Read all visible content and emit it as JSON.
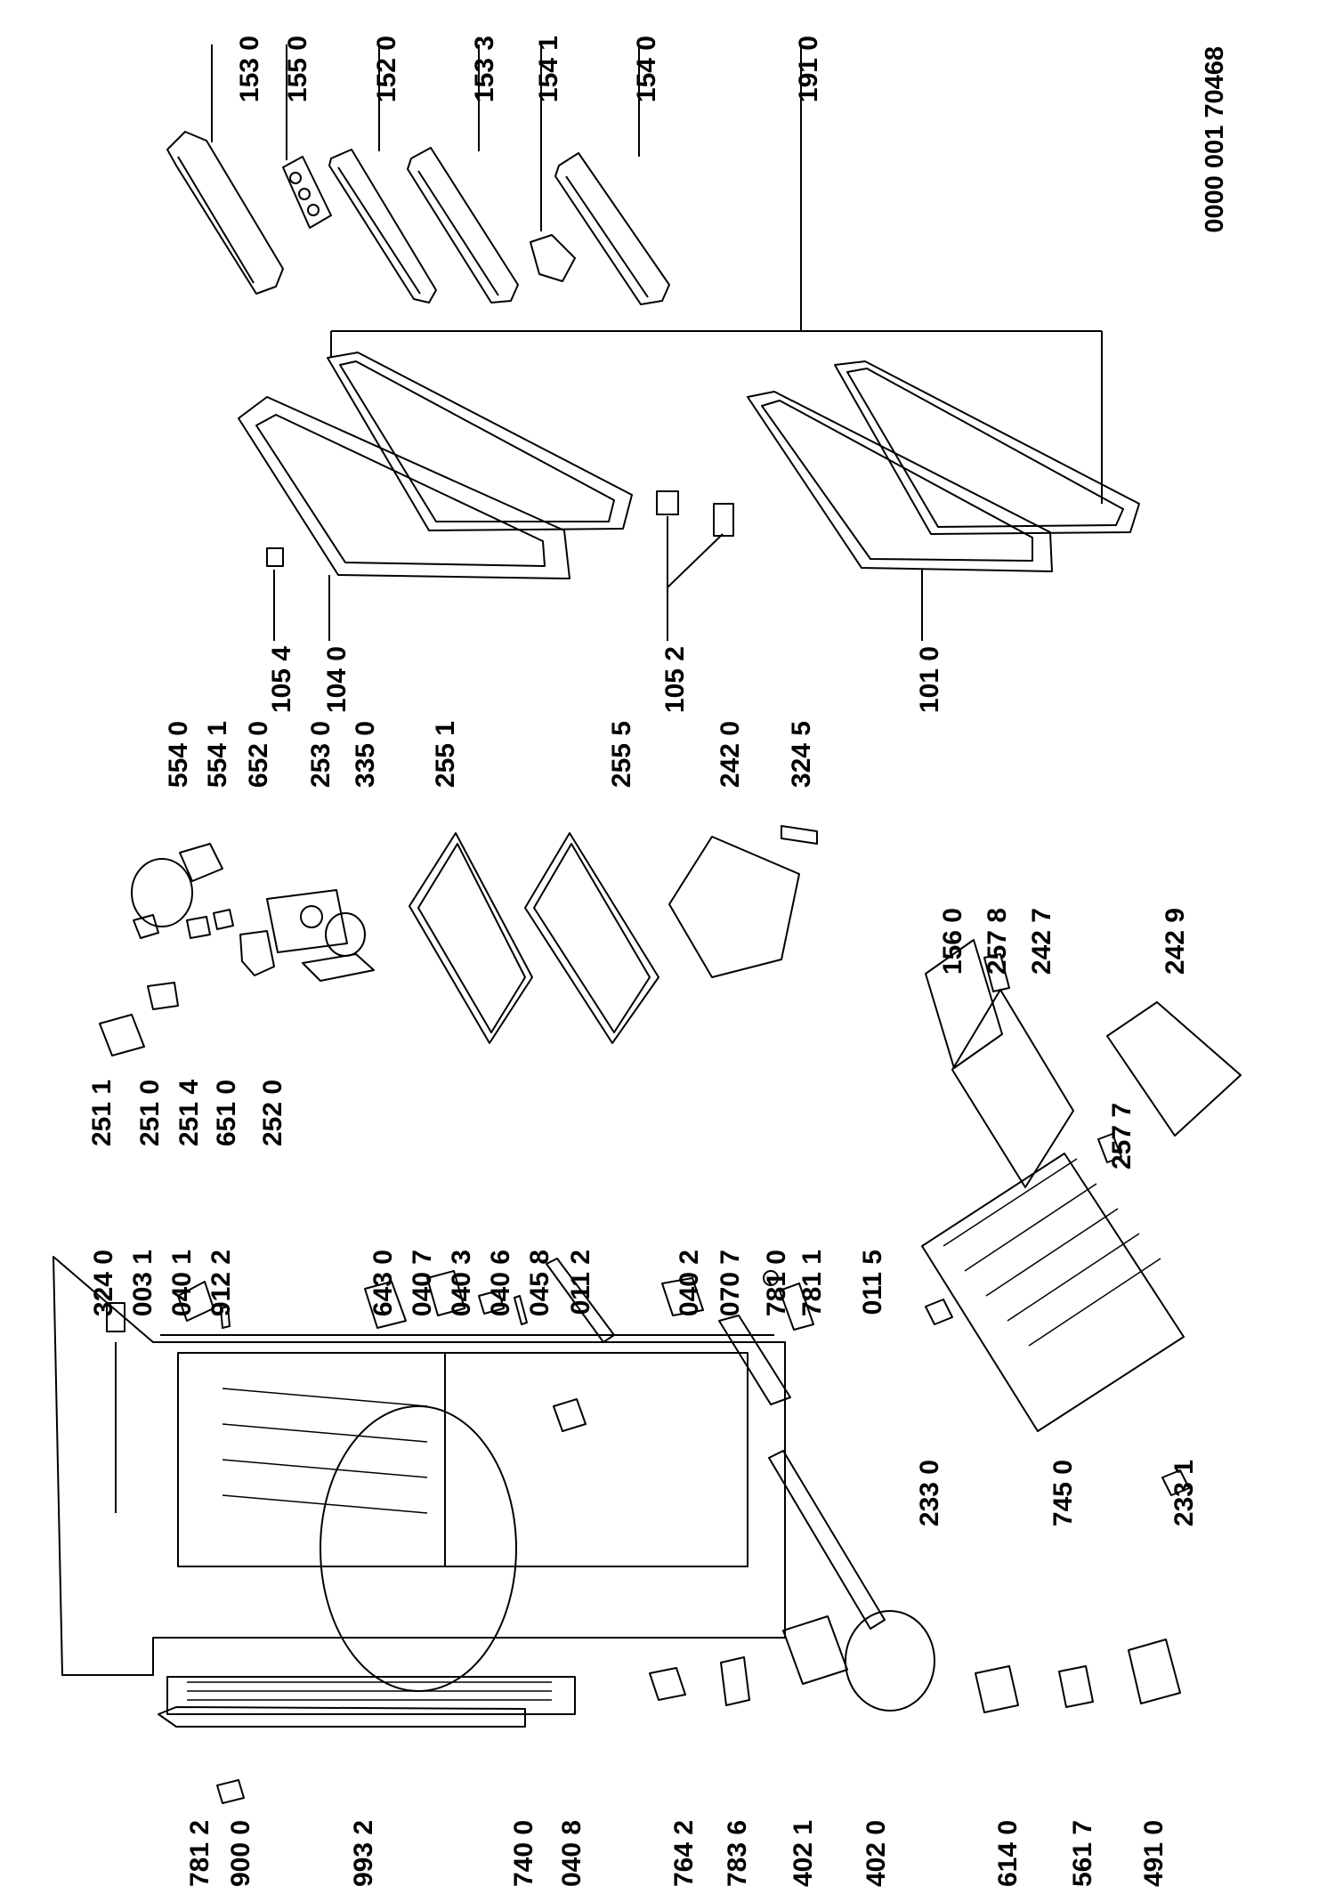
{
  "drawing_number": "0000 001 70468",
  "labels": [
    {
      "id": "l1530",
      "text": "153 0"
    },
    {
      "id": "l1550",
      "text": "155 0"
    },
    {
      "id": "l1520",
      "text": "152 0"
    },
    {
      "id": "l1533",
      "text": "153 3"
    },
    {
      "id": "l1541",
      "text": "154 1"
    },
    {
      "id": "l1540",
      "text": "154 0"
    },
    {
      "id": "l1910",
      "text": "191 0"
    },
    {
      "id": "l1054",
      "text": "105 4"
    },
    {
      "id": "l1040",
      "text": "104 0"
    },
    {
      "id": "l1052",
      "text": "105 2"
    },
    {
      "id": "l1010",
      "text": "101 0"
    },
    {
      "id": "l5540",
      "text": "554 0"
    },
    {
      "id": "l5541",
      "text": "554 1"
    },
    {
      "id": "l6520",
      "text": "652 0"
    },
    {
      "id": "l2530",
      "text": "253 0"
    },
    {
      "id": "l3350",
      "text": "335 0"
    },
    {
      "id": "l2551",
      "text": "255 1"
    },
    {
      "id": "l2555",
      "text": "255 5"
    },
    {
      "id": "l2420",
      "text": "242 0"
    },
    {
      "id": "l3245",
      "text": "324 5"
    },
    {
      "id": "l2511",
      "text": "251 1"
    },
    {
      "id": "l2510",
      "text": "251 0"
    },
    {
      "id": "l2514",
      "text": "251 4"
    },
    {
      "id": "l6510",
      "text": "651 0"
    },
    {
      "id": "l2520",
      "text": "252 0"
    },
    {
      "id": "l1560",
      "text": "156 0"
    },
    {
      "id": "l2578",
      "text": "257 8"
    },
    {
      "id": "l2427",
      "text": "242 7"
    },
    {
      "id": "l2429",
      "text": "242 9"
    },
    {
      "id": "l2577",
      "text": "257 7"
    },
    {
      "id": "l3240",
      "text": "324 0"
    },
    {
      "id": "l0031",
      "text": "003 1"
    },
    {
      "id": "l0401",
      "text": "040 1"
    },
    {
      "id": "l9122",
      "text": "912 2"
    },
    {
      "id": "l6430",
      "text": "643 0"
    },
    {
      "id": "l0407",
      "text": "040 7"
    },
    {
      "id": "l0403",
      "text": "040 3"
    },
    {
      "id": "l0406",
      "text": "040 6"
    },
    {
      "id": "l0458",
      "text": "045 8"
    },
    {
      "id": "l0112",
      "text": "011 2"
    },
    {
      "id": "l0402",
      "text": "040 2"
    },
    {
      "id": "l0707",
      "text": "070 7"
    },
    {
      "id": "l7810",
      "text": "781 0"
    },
    {
      "id": "l7811",
      "text": "781 1"
    },
    {
      "id": "l0115",
      "text": "011 5"
    },
    {
      "id": "l2330",
      "text": "233 0"
    },
    {
      "id": "l7450",
      "text": "745 0"
    },
    {
      "id": "l2331",
      "text": "233 1"
    },
    {
      "id": "l7812",
      "text": "781 2"
    },
    {
      "id": "l9000",
      "text": "900 0"
    },
    {
      "id": "l9932",
      "text": "993 2"
    },
    {
      "id": "l7400",
      "text": "740 0"
    },
    {
      "id": "l0408",
      "text": "040 8"
    },
    {
      "id": "l7642",
      "text": "764 2"
    },
    {
      "id": "l7836",
      "text": "783 6"
    },
    {
      "id": "l4021",
      "text": "402 1"
    },
    {
      "id": "l4020",
      "text": "402 0"
    },
    {
      "id": "l6140",
      "text": "614 0"
    },
    {
      "id": "l5617",
      "text": "561 7"
    },
    {
      "id": "l4910",
      "text": "491 0"
    }
  ]
}
